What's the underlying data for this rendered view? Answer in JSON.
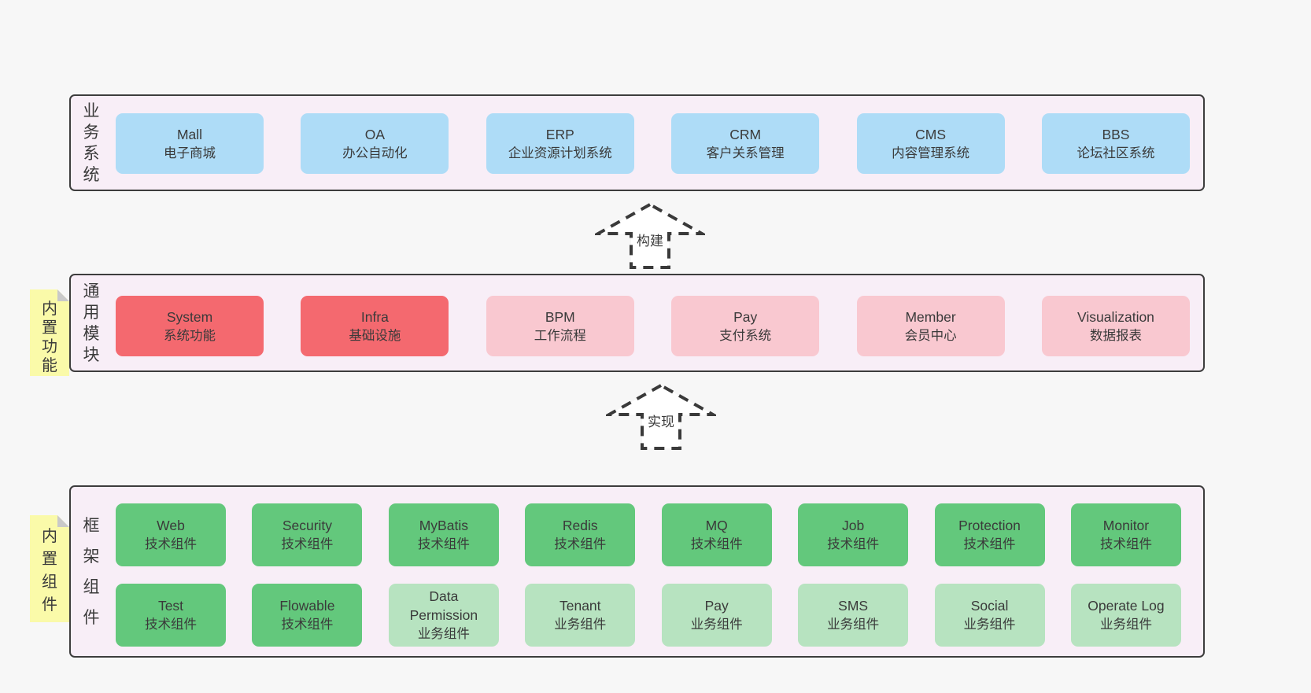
{
  "colors": {
    "page_bg": "#f7f7f7",
    "panel_bg": "#f8eef7",
    "panel_border": "#3d3d3d",
    "blue": "#aedcf7",
    "red": "#f4696f",
    "pink": "#f9c8d0",
    "green": "#63c87c",
    "green_light": "#b7e3c0",
    "note_bg": "#fafaa9",
    "note_fold": "#c9c9c9",
    "text": "#3a3a3a"
  },
  "sections": [
    {
      "label": "业务系统",
      "note": null,
      "rows": [
        [
          {
            "name": "Mall",
            "subtitle": "电子商城",
            "variant": "blue"
          },
          {
            "name": "OA",
            "subtitle": "办公自动化",
            "variant": "blue"
          },
          {
            "name": "ERP",
            "subtitle": "企业资源计划系统",
            "variant": "blue"
          },
          {
            "name": "CRM",
            "subtitle": "客户关系管理",
            "variant": "blue"
          },
          {
            "name": "CMS",
            "subtitle": "内容管理系统",
            "variant": "blue"
          },
          {
            "name": "BBS",
            "subtitle": "论坛社区系统",
            "variant": "blue"
          }
        ]
      ]
    },
    {
      "label": "通用模块",
      "note": "内置功能",
      "rows": [
        [
          {
            "name": "System",
            "subtitle": "系统功能",
            "variant": "red"
          },
          {
            "name": "Infra",
            "subtitle": "基础设施",
            "variant": "red"
          },
          {
            "name": "BPM",
            "subtitle": "工作流程",
            "variant": "pink"
          },
          {
            "name": "Pay",
            "subtitle": "支付系统",
            "variant": "pink"
          },
          {
            "name": "Member",
            "subtitle": "会员中心",
            "variant": "pink"
          },
          {
            "name": "Visualization",
            "subtitle": "数据报表",
            "variant": "pink"
          }
        ]
      ]
    },
    {
      "label": "框架组件",
      "note": "内置组件",
      "rows": [
        [
          {
            "name": "Web",
            "subtitle": "技术组件",
            "variant": "green"
          },
          {
            "name": "Security",
            "subtitle": "技术组件",
            "variant": "green"
          },
          {
            "name": "MyBatis",
            "subtitle": "技术组件",
            "variant": "green"
          },
          {
            "name": "Redis",
            "subtitle": "技术组件",
            "variant": "green"
          },
          {
            "name": "MQ",
            "subtitle": "技术组件",
            "variant": "green"
          },
          {
            "name": "Job",
            "subtitle": "技术组件",
            "variant": "green"
          },
          {
            "name": "Protection",
            "subtitle": "技术组件",
            "variant": "green"
          },
          {
            "name": "Monitor",
            "subtitle": "技术组件",
            "variant": "green"
          }
        ],
        [
          {
            "name": "Test",
            "subtitle": "技术组件",
            "variant": "green"
          },
          {
            "name": "Flowable",
            "subtitle": "技术组件",
            "variant": "green"
          },
          {
            "name": "Data Permission",
            "subtitle": "业务组件",
            "variant": "green-light"
          },
          {
            "name": "Tenant",
            "subtitle": "业务组件",
            "variant": "green-light"
          },
          {
            "name": "Pay",
            "subtitle": "业务组件",
            "variant": "green-light"
          },
          {
            "name": "SMS",
            "subtitle": "业务组件",
            "variant": "green-light"
          },
          {
            "name": "Social",
            "subtitle": "业务组件",
            "variant": "green-light"
          },
          {
            "name": "Operate Log",
            "subtitle": "业务组件",
            "variant": "green-light"
          }
        ]
      ]
    }
  ],
  "arrows": [
    {
      "label": "构建"
    },
    {
      "label": "实现"
    }
  ]
}
